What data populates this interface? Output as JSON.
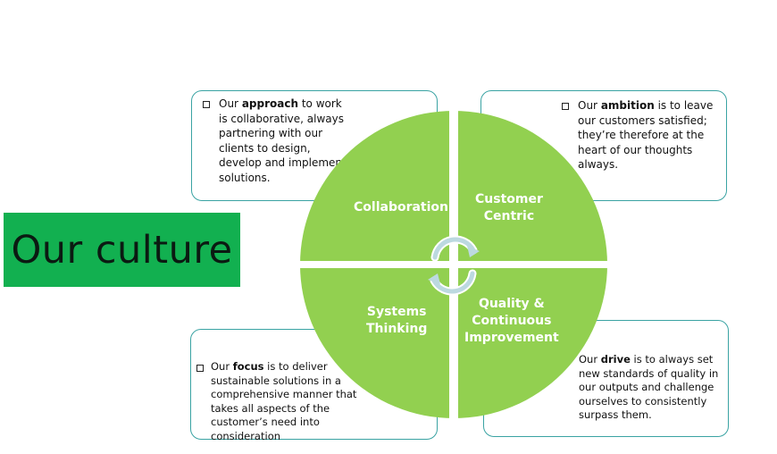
{
  "title": "Our culture",
  "quadrants": {
    "tl": "Collaboration",
    "tr_line1": "Customer",
    "tr_line2": "Centric",
    "bl_line1": "Systems",
    "bl_line2": "Thinking",
    "br_line1": "Quality &",
    "br_line2": "Continuous",
    "br_line3": "Improvement"
  },
  "cards": {
    "tl": {
      "pre": "Our ",
      "bold": "approach",
      "post": " to work is collaborative, always partnering with our clients to design, develop and implement solutions."
    },
    "tr": {
      "pre": "Our ",
      "bold": "ambition",
      "post": " is to leave our customers satisfied; they’re therefore at the heart of our thoughts always."
    },
    "bl": {
      "pre": "Our ",
      "bold": "focus",
      "post": " is to deliver sustainable solutions in a comprehensive manner that takes all aspects of the customer’s need into consideration"
    },
    "br": {
      "pre": "Our ",
      "bold": "drive",
      "post": " is to always set new standards of quality in our outputs and challenge ourselves to consistently surpass them."
    }
  },
  "colors": {
    "green_pie": "#92d050",
    "title_bg": "#12b050",
    "card_border": "#3aa3a3",
    "arrow": "#bcd9e0"
  }
}
